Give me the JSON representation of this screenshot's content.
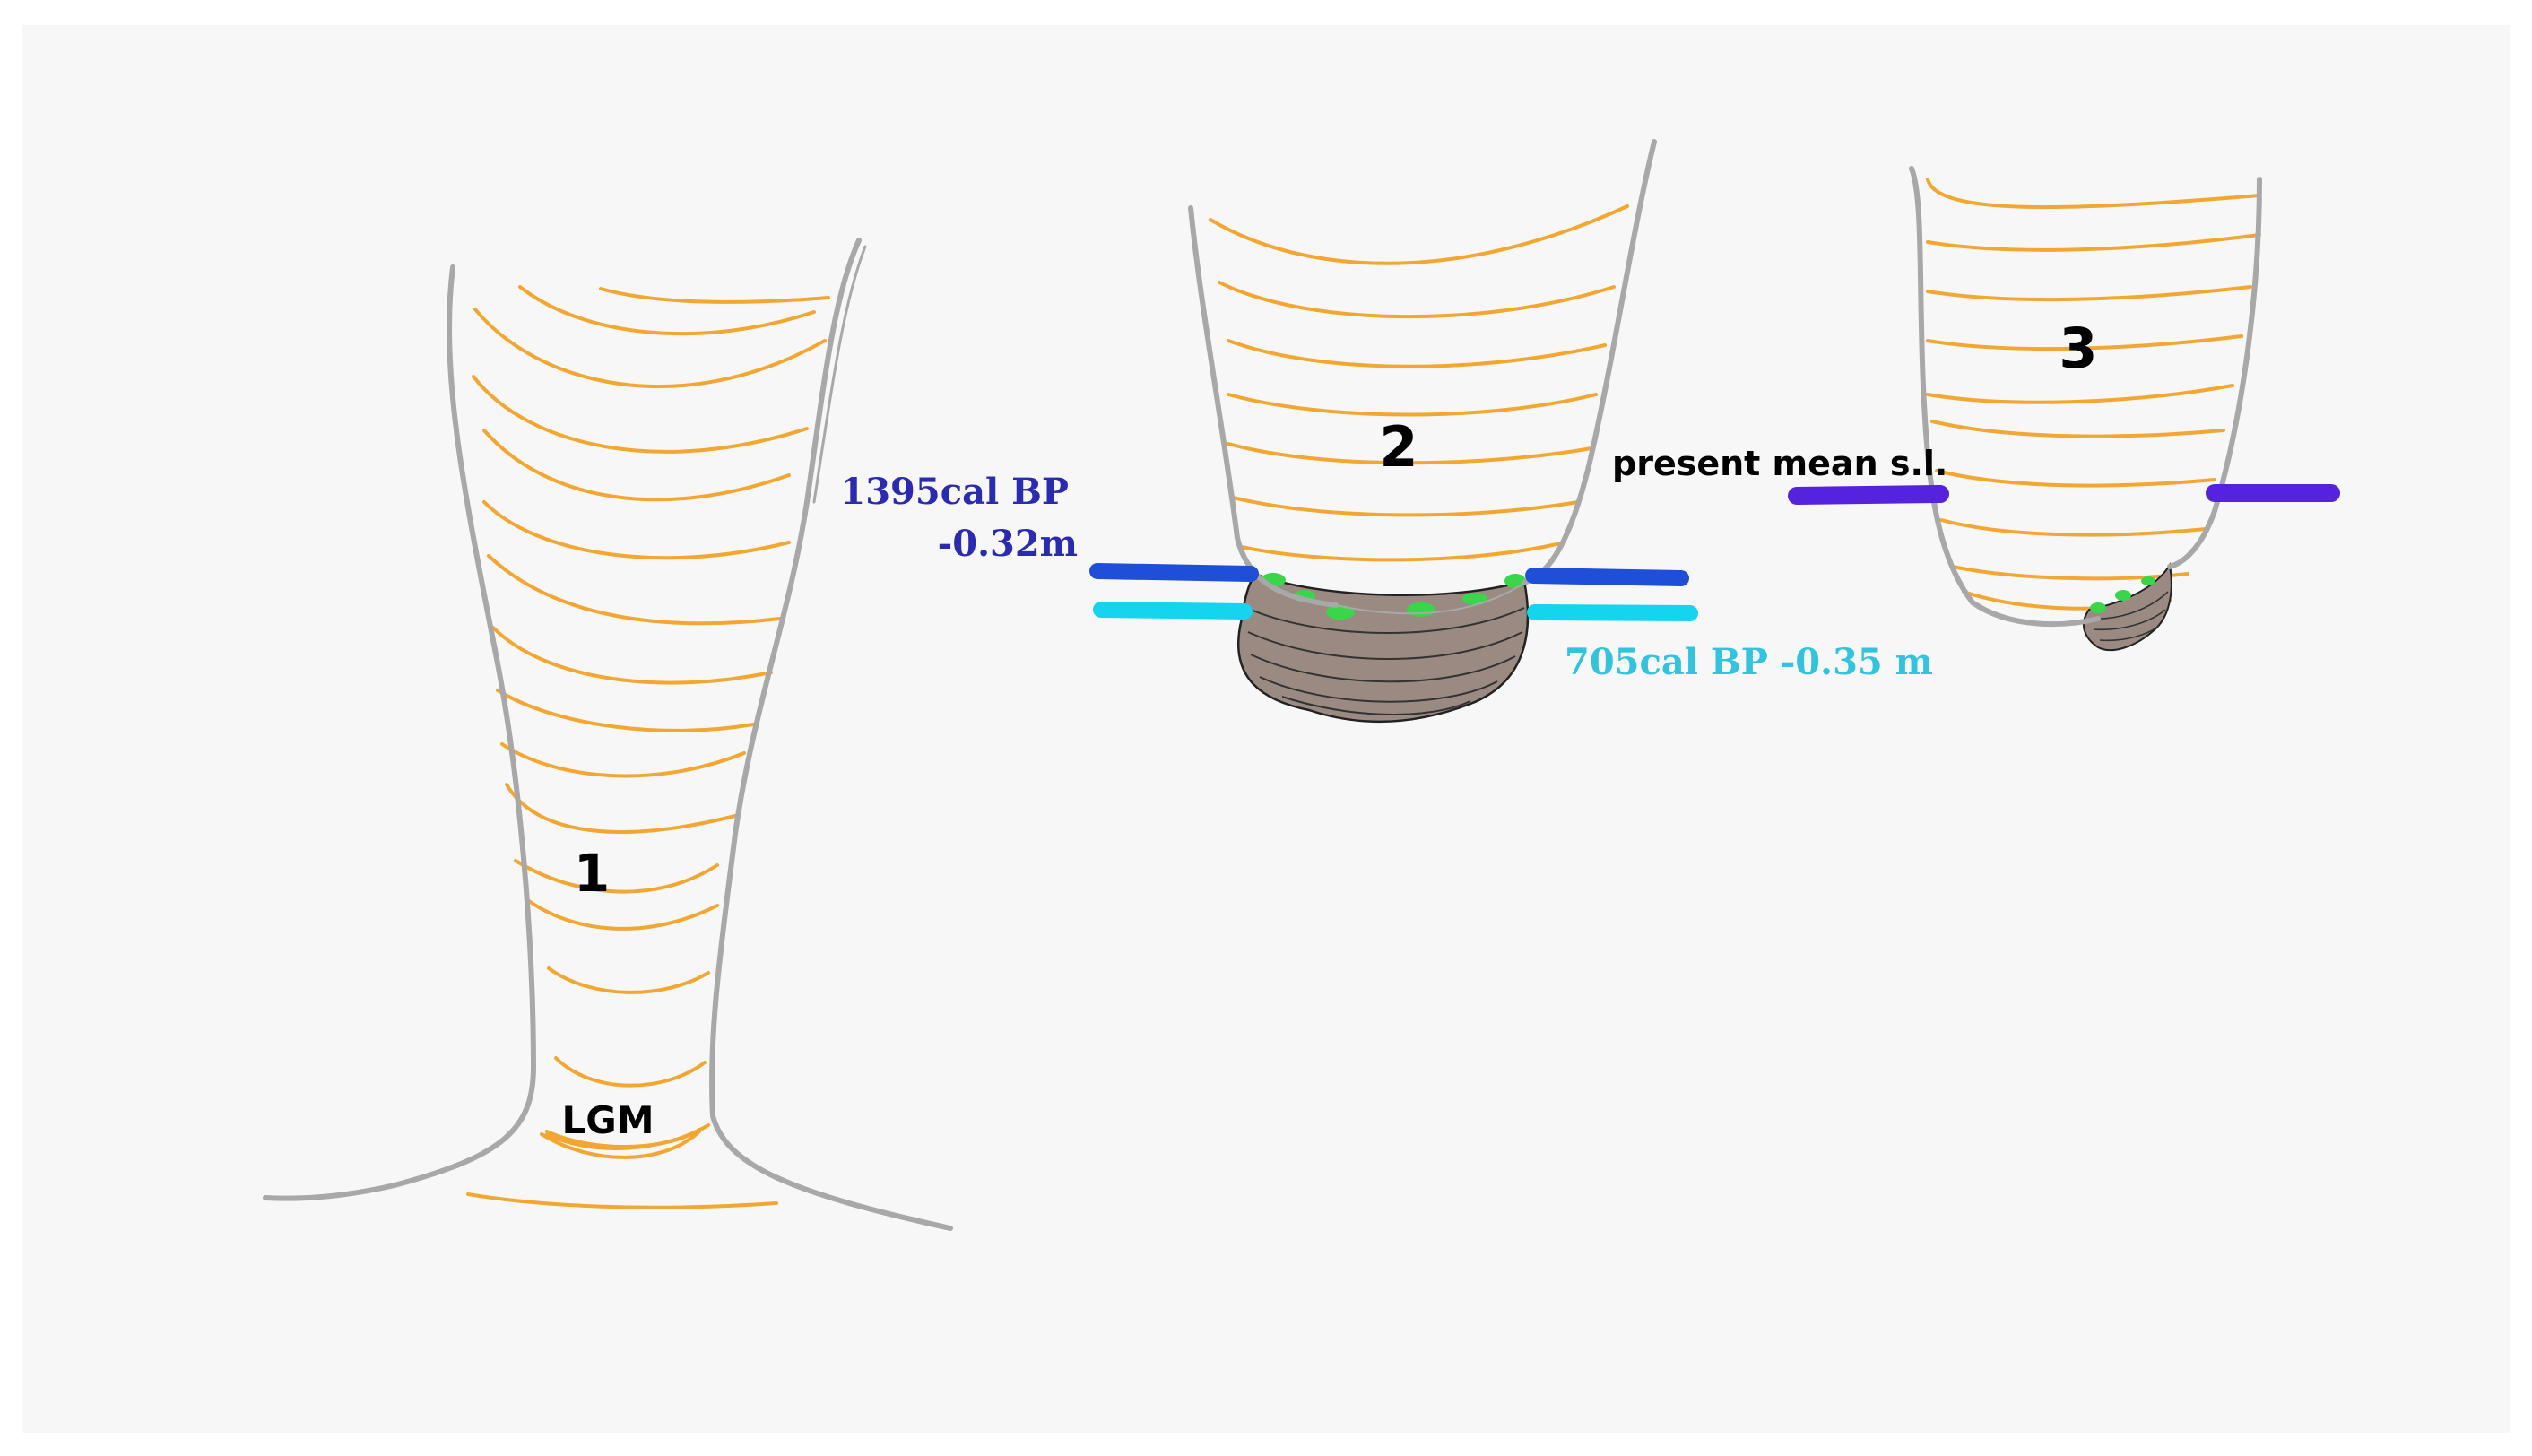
{
  "labels": {
    "section1": "1",
    "section2": "2",
    "section3": "3",
    "lgm": "LGM",
    "present_mean_sl": "present mean s.l."
  },
  "dates": {
    "upper": {
      "line1": "1395cal BP",
      "line2": "-0.32m",
      "color": "#2b2bb0"
    },
    "lower": {
      "text": "705cal BP -0.35 m",
      "color": "#33c3dd"
    }
  },
  "colors": {
    "layers": "#f3a733",
    "outline": "#a8a8a8",
    "upper_level": "#1f4fd6",
    "lower_level": "#14d4ee",
    "present_sl": "#5522dd",
    "algae": "#3ad649",
    "sediment": "#9a8a82"
  }
}
